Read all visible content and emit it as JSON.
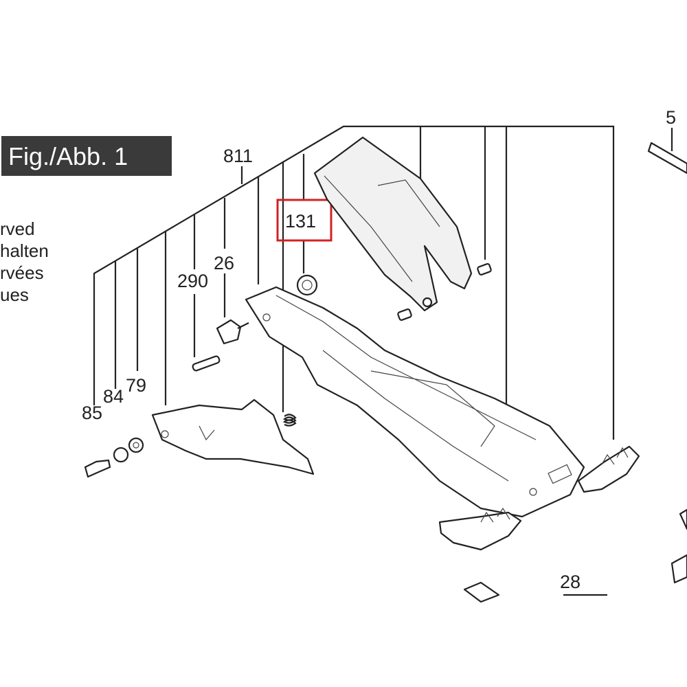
{
  "figure": {
    "title": "Fig./Abb. 1",
    "title_bg": "#3a3a3a"
  },
  "side_text": [
    "rved",
    "halten",
    "rvées",
    "ues"
  ],
  "callouts": {
    "p811": "811",
    "p131": "131",
    "p290": "290",
    "p26": "26",
    "p85": "85",
    "p84": "84",
    "p79": "79",
    "p5": "5",
    "p28": "28"
  },
  "highlight": {
    "part": "131",
    "color": "#d42020"
  }
}
